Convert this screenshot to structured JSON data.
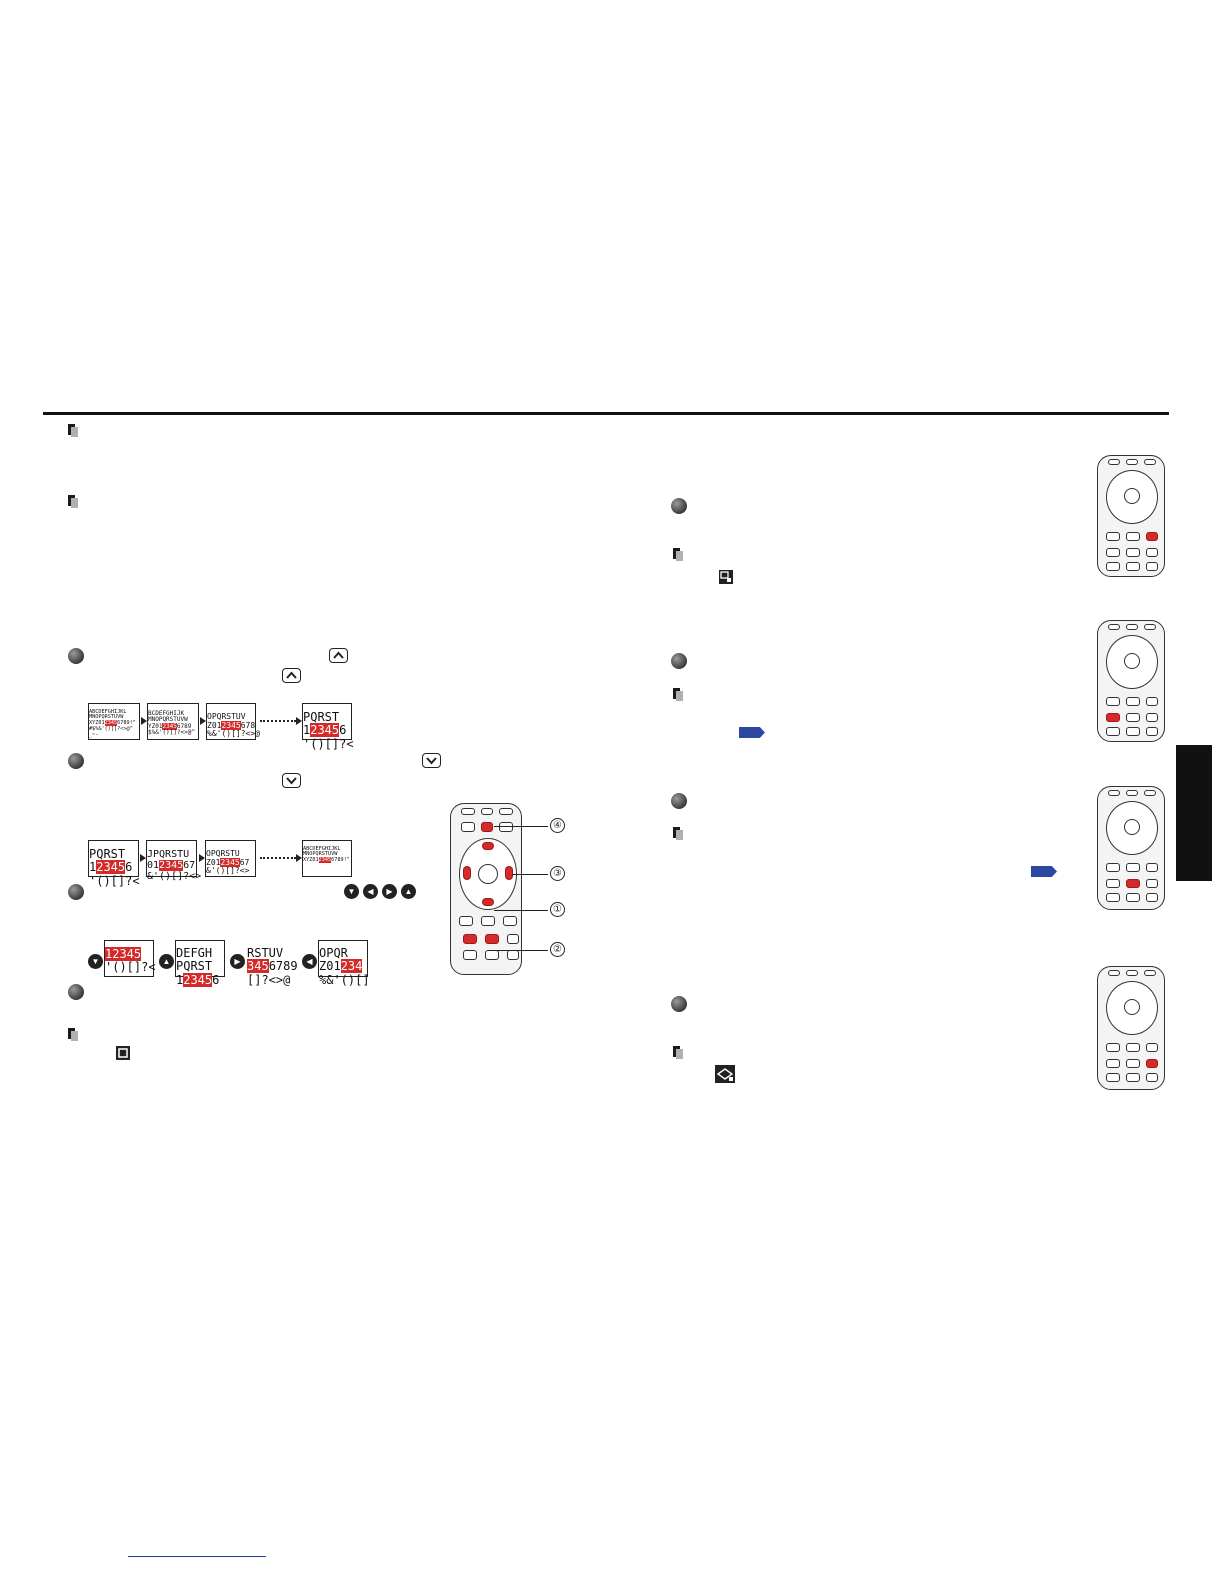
{
  "page": {
    "divider": "section-divider"
  },
  "left_column": {
    "notes": [
      {
        "id": "note-1"
      },
      {
        "id": "note-2"
      },
      {
        "id": "note-3"
      }
    ],
    "steps": [
      {
        "id": "step-1"
      },
      {
        "id": "step-2"
      },
      {
        "id": "step-3"
      },
      {
        "id": "step-4"
      }
    ],
    "screens_row_1": [
      {
        "line1": "ABCDEFGHIJKL",
        "line2a": "MNOPQRSTUVW",
        "line3a": "XYZ01",
        "hl": "2345",
        "line3b": "6789!\"",
        "line4": "#$%&'()[]?<>@^",
        "line5": "_~-"
      },
      {
        "line1": "BCDEFGHIJK",
        "line2a": "MNOPQRSTUVW",
        "line3a": "YZ01",
        "hl": "2345",
        "line3b": "6789",
        "line4": "$%&'()[]?<>@^",
        "line5": "_~-"
      },
      {
        "line1": "OPQRSTUV",
        "line2a": "",
        "line3a": "Z01",
        "hl": "2345",
        "line3b": "678",
        "line4": "%&'()[]?<>@",
        "line5": ""
      },
      {
        "line1": "PQRST",
        "line2a": "",
        "line3a": "1",
        "hl": "2345",
        "line3b": "6",
        "line4": "'()[]?<",
        "line5": ""
      }
    ],
    "screens_row_2": [
      {
        "line1": "PQRST",
        "line3a": "1",
        "hl": "2345",
        "line3b": "6",
        "line4": "'()[]?<"
      },
      {
        "line1": "JPQRSTU",
        "line3a": "01",
        "hl": "2345",
        "line3b": "67",
        "line4": "&'()[]?<>"
      },
      {
        "line1": "OPQRSTU",
        "line3a": "Z01",
        "hl": "2345",
        "line3b": "67",
        "line4": "&'()[]?<>"
      },
      {
        "line1": "ABCDEFGHIJKL",
        "line3a": "XYZ01",
        "hl": "2345",
        "line3b": "6789!\"",
        "line4": "MNOPQRSTUVW"
      }
    ],
    "screens_row_3": [
      {
        "top": "12345",
        "line4": "'()[]?<"
      },
      {
        "top": "DEFGH",
        "mid": "PQRST",
        "line3a": "1",
        "hl": "2345",
        "line3b": "6"
      },
      {
        "top": "RSTUV",
        "hl": "345",
        "line3b": "6789",
        "line4": "[]?<>@"
      },
      {
        "top": "OPQR",
        "line3a": "Z01",
        "hl": "234",
        "line4": "%&'()[]"
      }
    ],
    "callouts": [
      "④",
      "③",
      "①",
      "②"
    ]
  },
  "right_column": {
    "notes": [
      {
        "id": "note-r1"
      },
      {
        "id": "note-r2"
      },
      {
        "id": "note-r3"
      },
      {
        "id": "note-r4"
      }
    ],
    "steps": [
      {
        "id": "step-r1"
      },
      {
        "id": "step-r2"
      },
      {
        "id": "step-r3"
      },
      {
        "id": "step-r4"
      }
    ]
  },
  "colors": {
    "highlight": "#d42a2a",
    "ref_tag": "#2a48a0",
    "side_tab": "#111111",
    "link": "#1a3aa8"
  },
  "icons": [
    "note-icon",
    "step-bullet-icon",
    "up-key-icon",
    "down-key-icon",
    "down-round-icon",
    "left-round-icon",
    "right-round-icon",
    "up-round-icon",
    "remote-control-icon",
    "page-reference-icon",
    "freeze-icon",
    "keystone-icon",
    "eco-icon"
  ]
}
